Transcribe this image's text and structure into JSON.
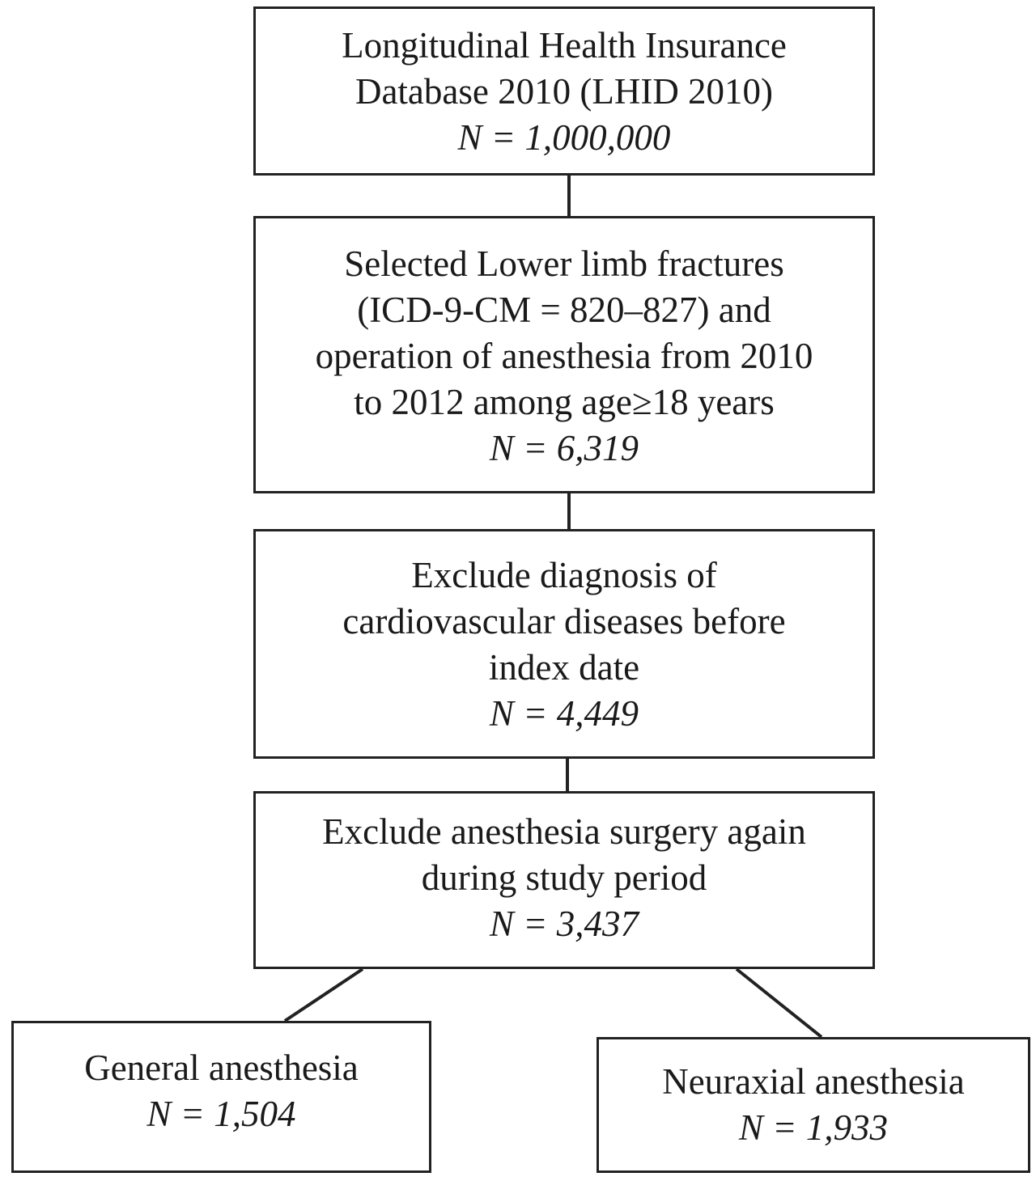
{
  "flowchart": {
    "database": {
      "lines": [
        "Longitudinal Health Insurance",
        "Database 2010 (LHID 2010)"
      ],
      "n": "N = 1,000,000"
    },
    "selection": {
      "lines": [
        "Selected Lower limb fractures",
        "(ICD-9-CM = 820–827) and",
        "operation of anesthesia from 2010",
        "to 2012 among age≥18 years"
      ],
      "n": "N = 6,319"
    },
    "exclusion_cvd": {
      "lines": [
        "Exclude diagnosis of",
        "cardiovascular diseases before",
        "index date"
      ],
      "n": "N = 4,449"
    },
    "exclusion_repeat": {
      "lines": [
        "Exclude anesthesia surgery again",
        "during study period"
      ],
      "n": "N = 3,437"
    },
    "general": {
      "lines": [
        "General anesthesia"
      ],
      "n": "N = 1,504"
    },
    "neuraxial": {
      "lines": [
        "Neuraxial anesthesia"
      ],
      "n": "N = 1,933"
    }
  }
}
